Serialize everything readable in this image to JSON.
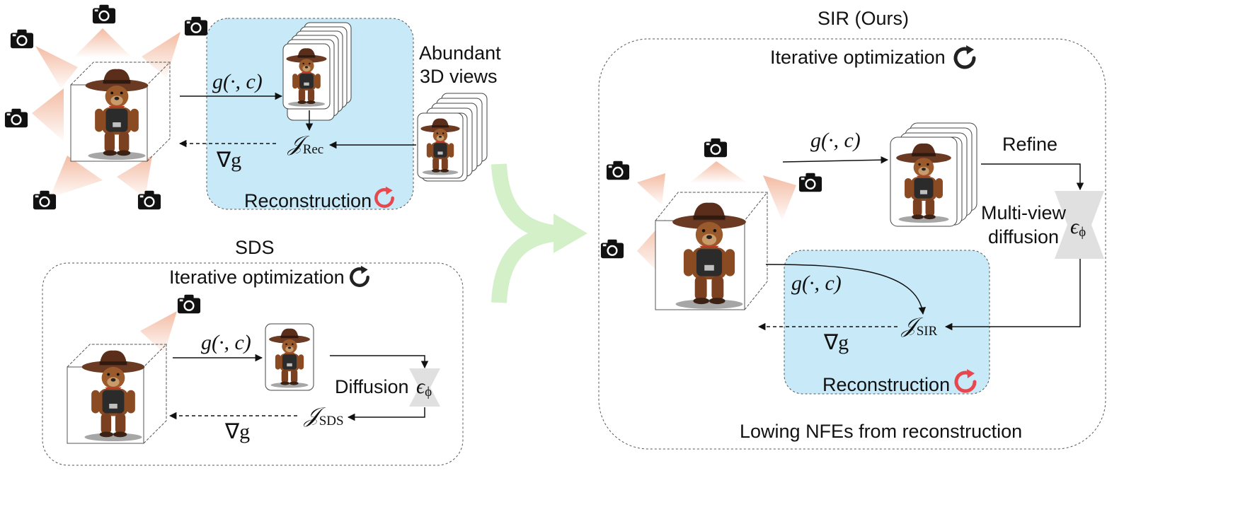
{
  "recon_panel": {
    "views_label_line1": "Abundant",
    "views_label_line2": "3D views",
    "render_func": "g(·, c)",
    "loss_main": "𝒥",
    "loss_sub": "Rec",
    "grad": "∇g",
    "box_label": "Reconstruction"
  },
  "sds_panel": {
    "title": "SDS",
    "subtitle": "Iterative optimization",
    "render_func": "g(·, c)",
    "diffusion_label": "Diffusion",
    "eps_main": "ϵ",
    "eps_sub": "ϕ",
    "loss_main": "𝒥",
    "loss_sub": "SDS",
    "grad": "∇g"
  },
  "sir_panel": {
    "title": "SIR (Ours)",
    "subtitle": "Iterative optimization",
    "render_func": "g(·, c)",
    "refine_label": "Refine",
    "mv_line1": "Multi-view",
    "mv_line2": "diffusion",
    "eps_main": "ϵ",
    "eps_sub": "ϕ",
    "render_func2": "g(·, c)",
    "loss_main": "𝒥",
    "loss_sub": "SIR",
    "grad": "∇g",
    "recon_label": "Reconstruction",
    "footer": "Lowing NFEs from reconstruction"
  },
  "colors": {
    "recon_fill": "#c8e9f7",
    "cone": "#f3b89e",
    "merge_arrow": "#d3f0c9",
    "red_cycle": "#e8474d",
    "diffusion_gray": "#e0e0e0"
  },
  "icons": [
    "camera-icon",
    "teddy-bear-cowboy",
    "cycle-icon"
  ]
}
